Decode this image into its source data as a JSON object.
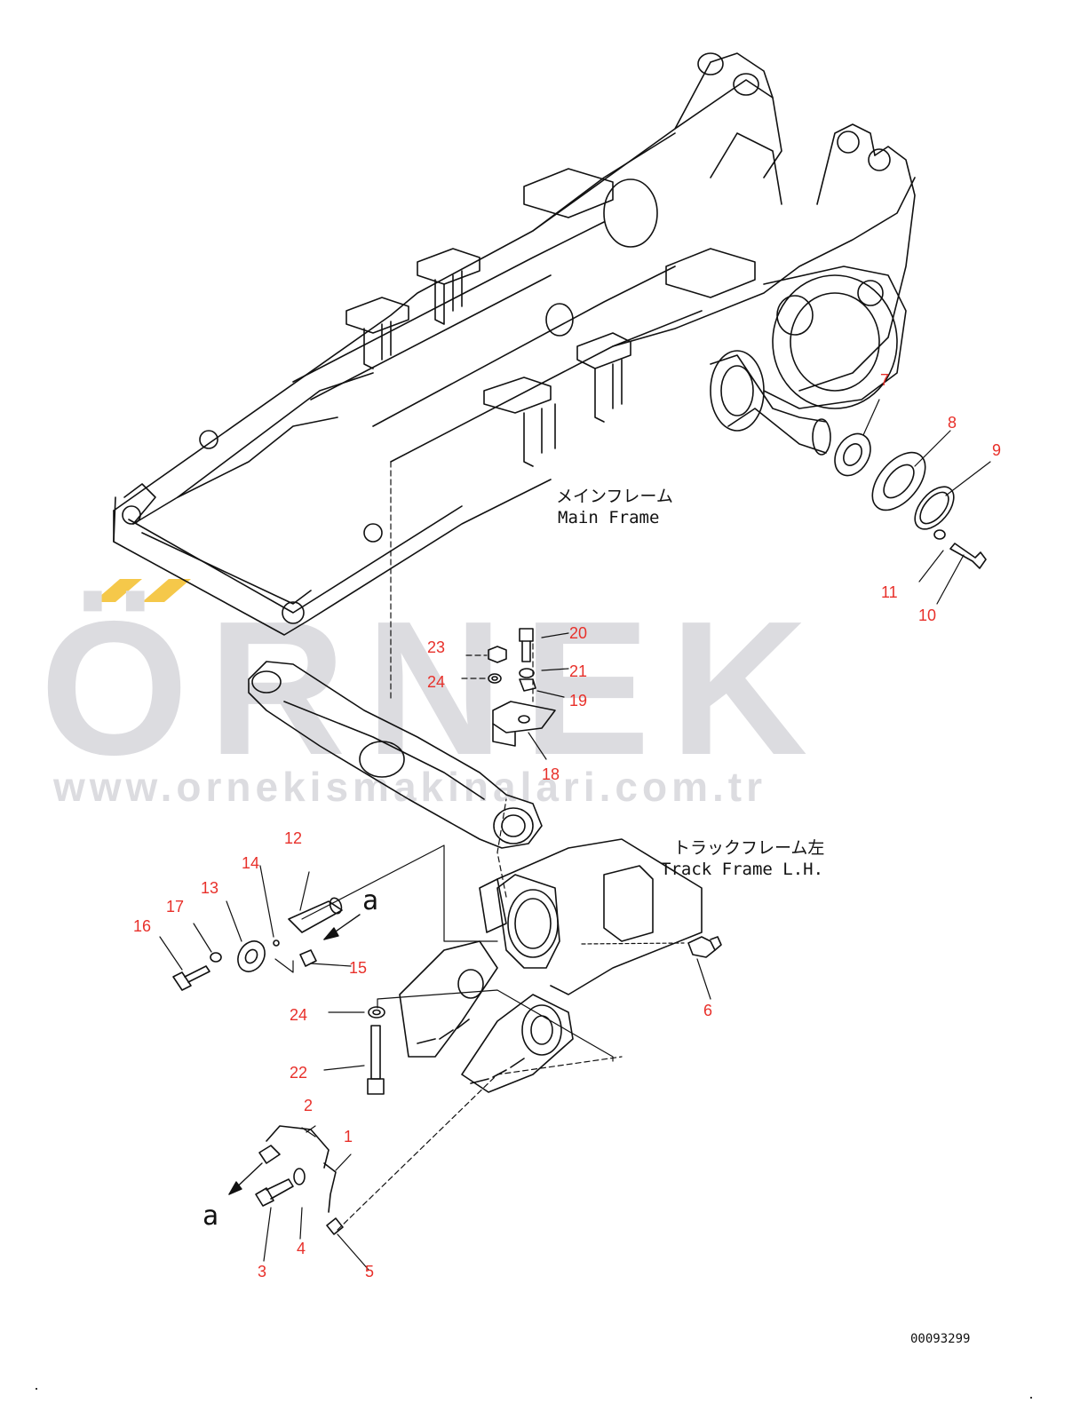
{
  "watermark": {
    "brand": "ÖRNEK",
    "url": "www.ornekismakinalari.com.tr",
    "accent_color": "#f5c84a",
    "color": "#dcdce0"
  },
  "labels": {
    "main_frame_jp": "メインフレーム",
    "main_frame_en": "Main Frame",
    "track_frame_jp": "トラックフレーム左",
    "track_frame_en": "Track Frame L.H.",
    "ref_a_upper": "a",
    "ref_a_lower": "a"
  },
  "doc_number": "00093299",
  "callout_color": "#e8302a",
  "callouts": [
    {
      "num": "1"
    },
    {
      "num": "2"
    },
    {
      "num": "3"
    },
    {
      "num": "4"
    },
    {
      "num": "5"
    },
    {
      "num": "6"
    },
    {
      "num": "7"
    },
    {
      "num": "8"
    },
    {
      "num": "9"
    },
    {
      "num": "10"
    },
    {
      "num": "11"
    },
    {
      "num": "12"
    },
    {
      "num": "13"
    },
    {
      "num": "14"
    },
    {
      "num": "15"
    },
    {
      "num": "16"
    },
    {
      "num": "17"
    },
    {
      "num": "18"
    },
    {
      "num": "19"
    },
    {
      "num": "20"
    },
    {
      "num": "21"
    },
    {
      "num": "22"
    },
    {
      "num": "23"
    },
    {
      "num": "24"
    },
    {
      "num": "24"
    }
  ]
}
